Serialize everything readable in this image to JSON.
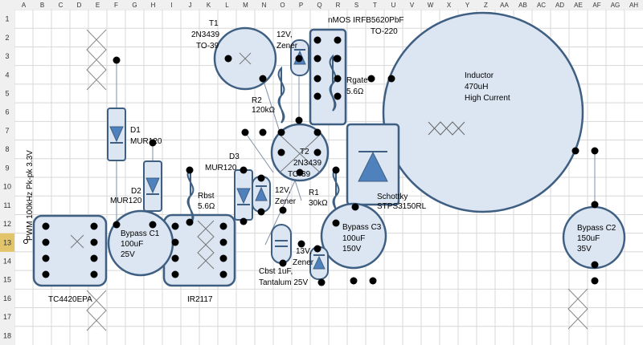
{
  "sheet": {
    "columns": [
      "A",
      "B",
      "C",
      "D",
      "E",
      "F",
      "G",
      "H",
      "I",
      "J",
      "K",
      "L",
      "M",
      "N",
      "O",
      "P",
      "Q",
      "R",
      "S",
      "T",
      "U",
      "V",
      "W",
      "X",
      "Y",
      "Z",
      "AA",
      "AB",
      "AC",
      "AD",
      "AE",
      "AF",
      "AG",
      "AH"
    ],
    "rows": [
      "1",
      "2",
      "3",
      "4",
      "5",
      "6",
      "7",
      "8",
      "9",
      "10",
      "11",
      "12",
      "13",
      "14",
      "15",
      "16",
      "17",
      "18"
    ],
    "selected_row": "13"
  },
  "colors": {
    "part_fill": "#dce6f2",
    "part_stroke": "#3f5f82",
    "diode_fill": "#4f81bd",
    "grid_line": "#d8d8d8",
    "header_fill": "#f0f0f0",
    "selected_header": "#e2c46a"
  },
  "labels": {
    "pwm": "PWM 100kHz  Pk-pk 3.3V",
    "tc4420": "TC4420EPA",
    "ir2117": "IR2117",
    "d1": [
      "D1",
      "MUR120"
    ],
    "d2": [
      "D2",
      "MUR120"
    ],
    "d3": [
      "D3",
      "MUR120"
    ],
    "bypass_c1": [
      "Bypass C1",
      "100uF",
      "25V"
    ],
    "rbst": [
      "Rbst",
      "5.6Ω"
    ],
    "t1": [
      "T1",
      "2N3439",
      "TO-39"
    ],
    "zener_top": [
      "12V,",
      "Zener"
    ],
    "nmos": [
      "nMOS  IRFB5620PbF",
      "TO-220"
    ],
    "rgate": [
      "Rgate",
      "5.6Ω"
    ],
    "r2": [
      "R2",
      "120kΩ"
    ],
    "t2": [
      "T2",
      "2N3439",
      "TO-39"
    ],
    "zener_mid": [
      "12V,",
      "Zener"
    ],
    "r1": [
      "R1",
      "30kΩ"
    ],
    "schottky": [
      "Schottky",
      "STPS3150RL"
    ],
    "bypass_c3": [
      "Bypass C3",
      "100uF",
      "150V"
    ],
    "zener_low": [
      "13V,",
      "Zener"
    ],
    "cbst": [
      "Cbst 1uF,",
      "Tantalum  25V"
    ],
    "inductor": [
      "Inductor",
      "470uH",
      "High Current"
    ],
    "bypass_c2": [
      "Bypass C2",
      "150uF",
      "35V"
    ]
  }
}
